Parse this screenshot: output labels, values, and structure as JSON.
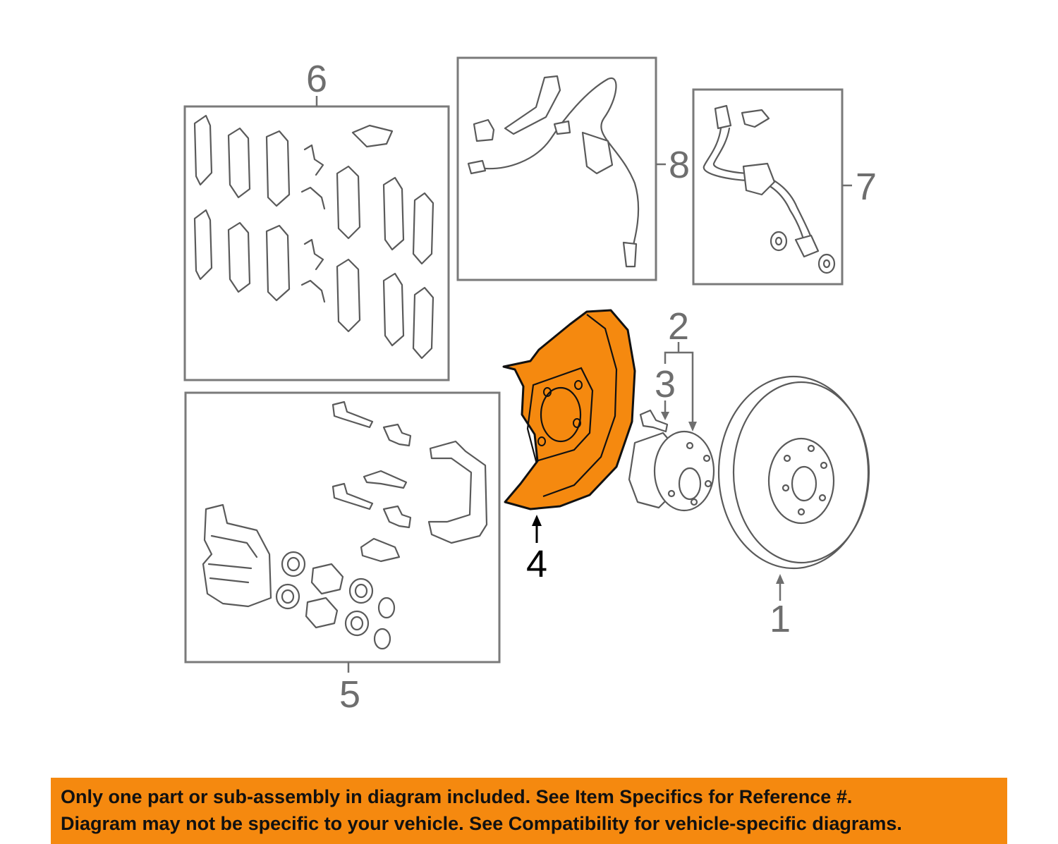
{
  "diagram": {
    "callouts": [
      {
        "id": "1",
        "label": "1"
      },
      {
        "id": "2",
        "label": "2"
      },
      {
        "id": "3",
        "label": "3"
      },
      {
        "id": "4",
        "label": "4",
        "highlighted": true
      },
      {
        "id": "5",
        "label": "5"
      },
      {
        "id": "6",
        "label": "6"
      },
      {
        "id": "7",
        "label": "7"
      },
      {
        "id": "8",
        "label": "8"
      }
    ],
    "colors": {
      "highlight": "#f5890f",
      "line": "#5a5a5a",
      "label": "#6e6e6e",
      "banner_bg": "#f5890f"
    }
  },
  "banner": {
    "line1": "Only one part or sub-assembly in diagram included. See Item Specifics for Reference #.",
    "line2": "Diagram may not be specific to your vehicle. See Compatibility for vehicle-specific diagrams."
  }
}
